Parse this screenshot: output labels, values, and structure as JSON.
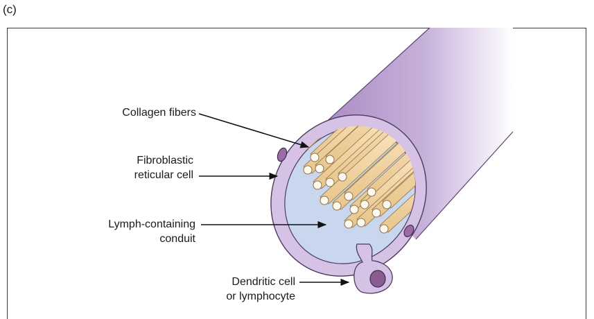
{
  "panel_letter": "(c)",
  "labels": {
    "collagen": "Collagen fibers",
    "fibroblastic_1": "Fibroblastic",
    "fibroblastic_2": "reticular cell",
    "lymph_1": "Lymph-containing",
    "lymph_2": "conduit",
    "dendritic_1": "Dendritic cell",
    "dendritic_2": "or lymphocyte"
  },
  "colors": {
    "vessel_purple": "#b79ad0",
    "vessel_dark": "#8b6aa6",
    "lumen_blue": "#c3d3ec",
    "fiber_cream": "#f5d9a8",
    "fiber_end": "#fffaf0",
    "nucleus": "#8a5c92"
  },
  "icons": [
    "arrow-icon"
  ]
}
